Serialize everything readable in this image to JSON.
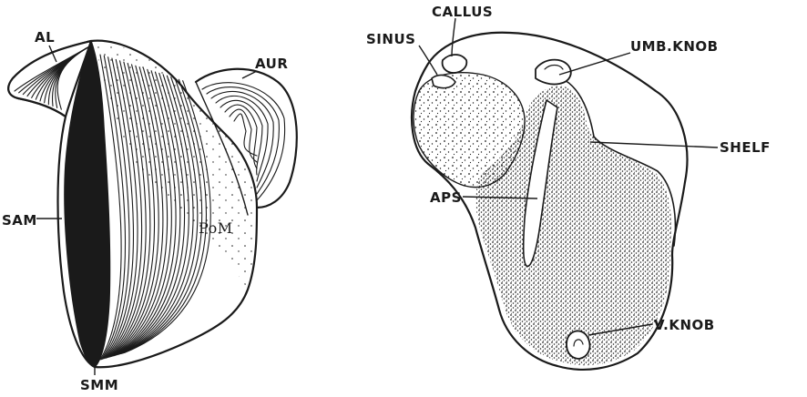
{
  "left_figure": {
    "labels": {
      "al": "AL",
      "aur": "AUR",
      "sam": "SAM",
      "pom": "PoM",
      "smm": "SMM"
    }
  },
  "right_figure": {
    "labels": {
      "sinus": "SINUS",
      "callus": "CALLUS",
      "umb_knob": "UMB.KNOB",
      "shelf": "SHELF",
      "aps": "APS",
      "v_knob": "V.KNOB"
    }
  },
  "colors": {
    "ink": "#1a1a1a",
    "paper": "#ffffff"
  }
}
